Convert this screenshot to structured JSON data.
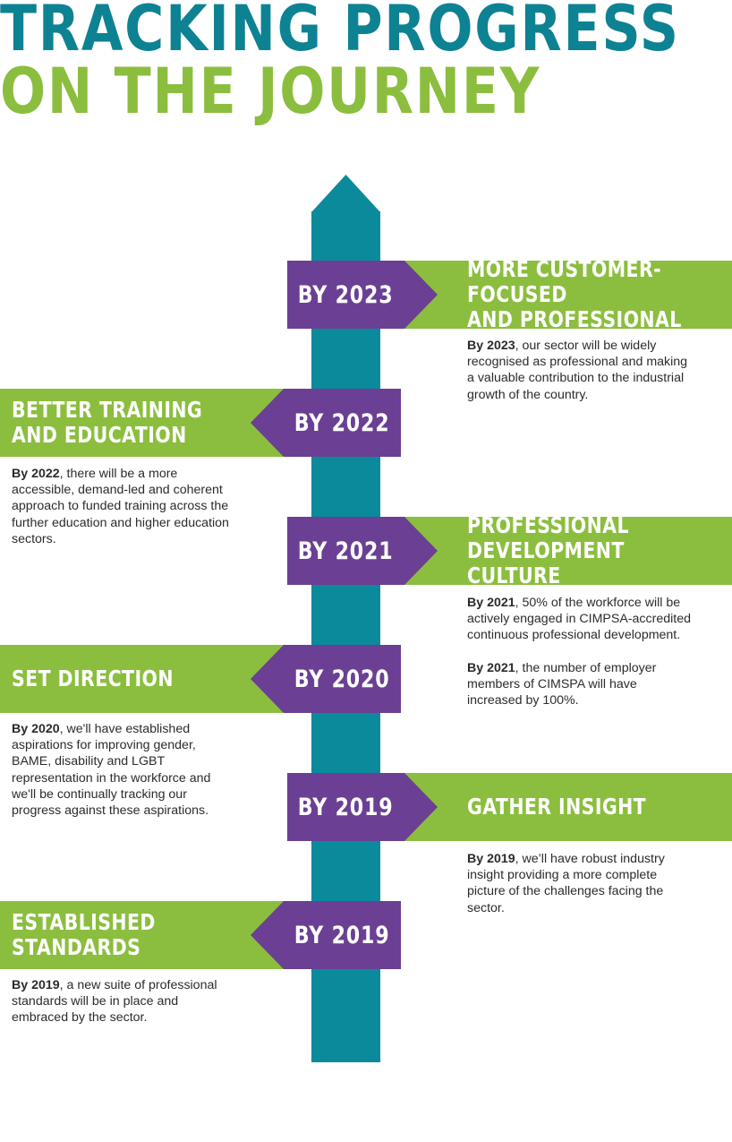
{
  "title_line1": "TRACKING PROGRESS",
  "title_line2": "ON THE JOURNEY",
  "colors": {
    "teal": "#0b8a9c",
    "green": "#8bbe3e",
    "purple": "#6b3f93",
    "title_teal": "#0d8293"
  },
  "milestones": [
    {
      "year": "BY 2023",
      "title": "MORE CUSTOMER-FOCUSED\nAND PROFESSIONAL",
      "descriptions": [
        {
          "lead": "By 2023",
          "text": ", our sector will be widely recognised as professional and making a valuable contribution to the industrial growth of the country."
        }
      ]
    },
    {
      "year": "BY 2022",
      "title": "BETTER TRAINING\nAND EDUCATION",
      "descriptions": [
        {
          "lead": "By 2022",
          "text": ", there will be a more accessible, demand-led and coherent approach to funded training across the further education and higher education sectors."
        }
      ]
    },
    {
      "year": "BY 2021",
      "title": "PROFESSIONAL\nDEVELOPMENT CULTURE",
      "descriptions": [
        {
          "lead": "By 2021",
          "text": ", 50% of the workforce will be actively engaged in CIMPSA-accredited continuous professional development."
        },
        {
          "lead": "By 2021",
          "text": ", the number of employer members of CIMSPA will have increased by 100%."
        }
      ]
    },
    {
      "year": "BY 2020",
      "title": "SET DIRECTION",
      "descriptions": [
        {
          "lead": "By 2020",
          "text": ", we'll have established aspirations for improving gender, BAME, disability and LGBT representation in the workforce and we'll be continually tracking our progress against these aspirations."
        }
      ]
    },
    {
      "year": "BY 2019",
      "title": "GATHER INSIGHT",
      "descriptions": [
        {
          "lead": "By 2019",
          "text": ", we’ll have robust industry insight providing a more complete picture of the challenges facing the sector."
        }
      ]
    },
    {
      "year": "BY 2019",
      "title": "ESTABLISHED\nSTANDARDS",
      "descriptions": [
        {
          "lead": "By 2019",
          "text": ", a new suite of professional standards will be in place and embraced by the sector."
        }
      ]
    }
  ]
}
